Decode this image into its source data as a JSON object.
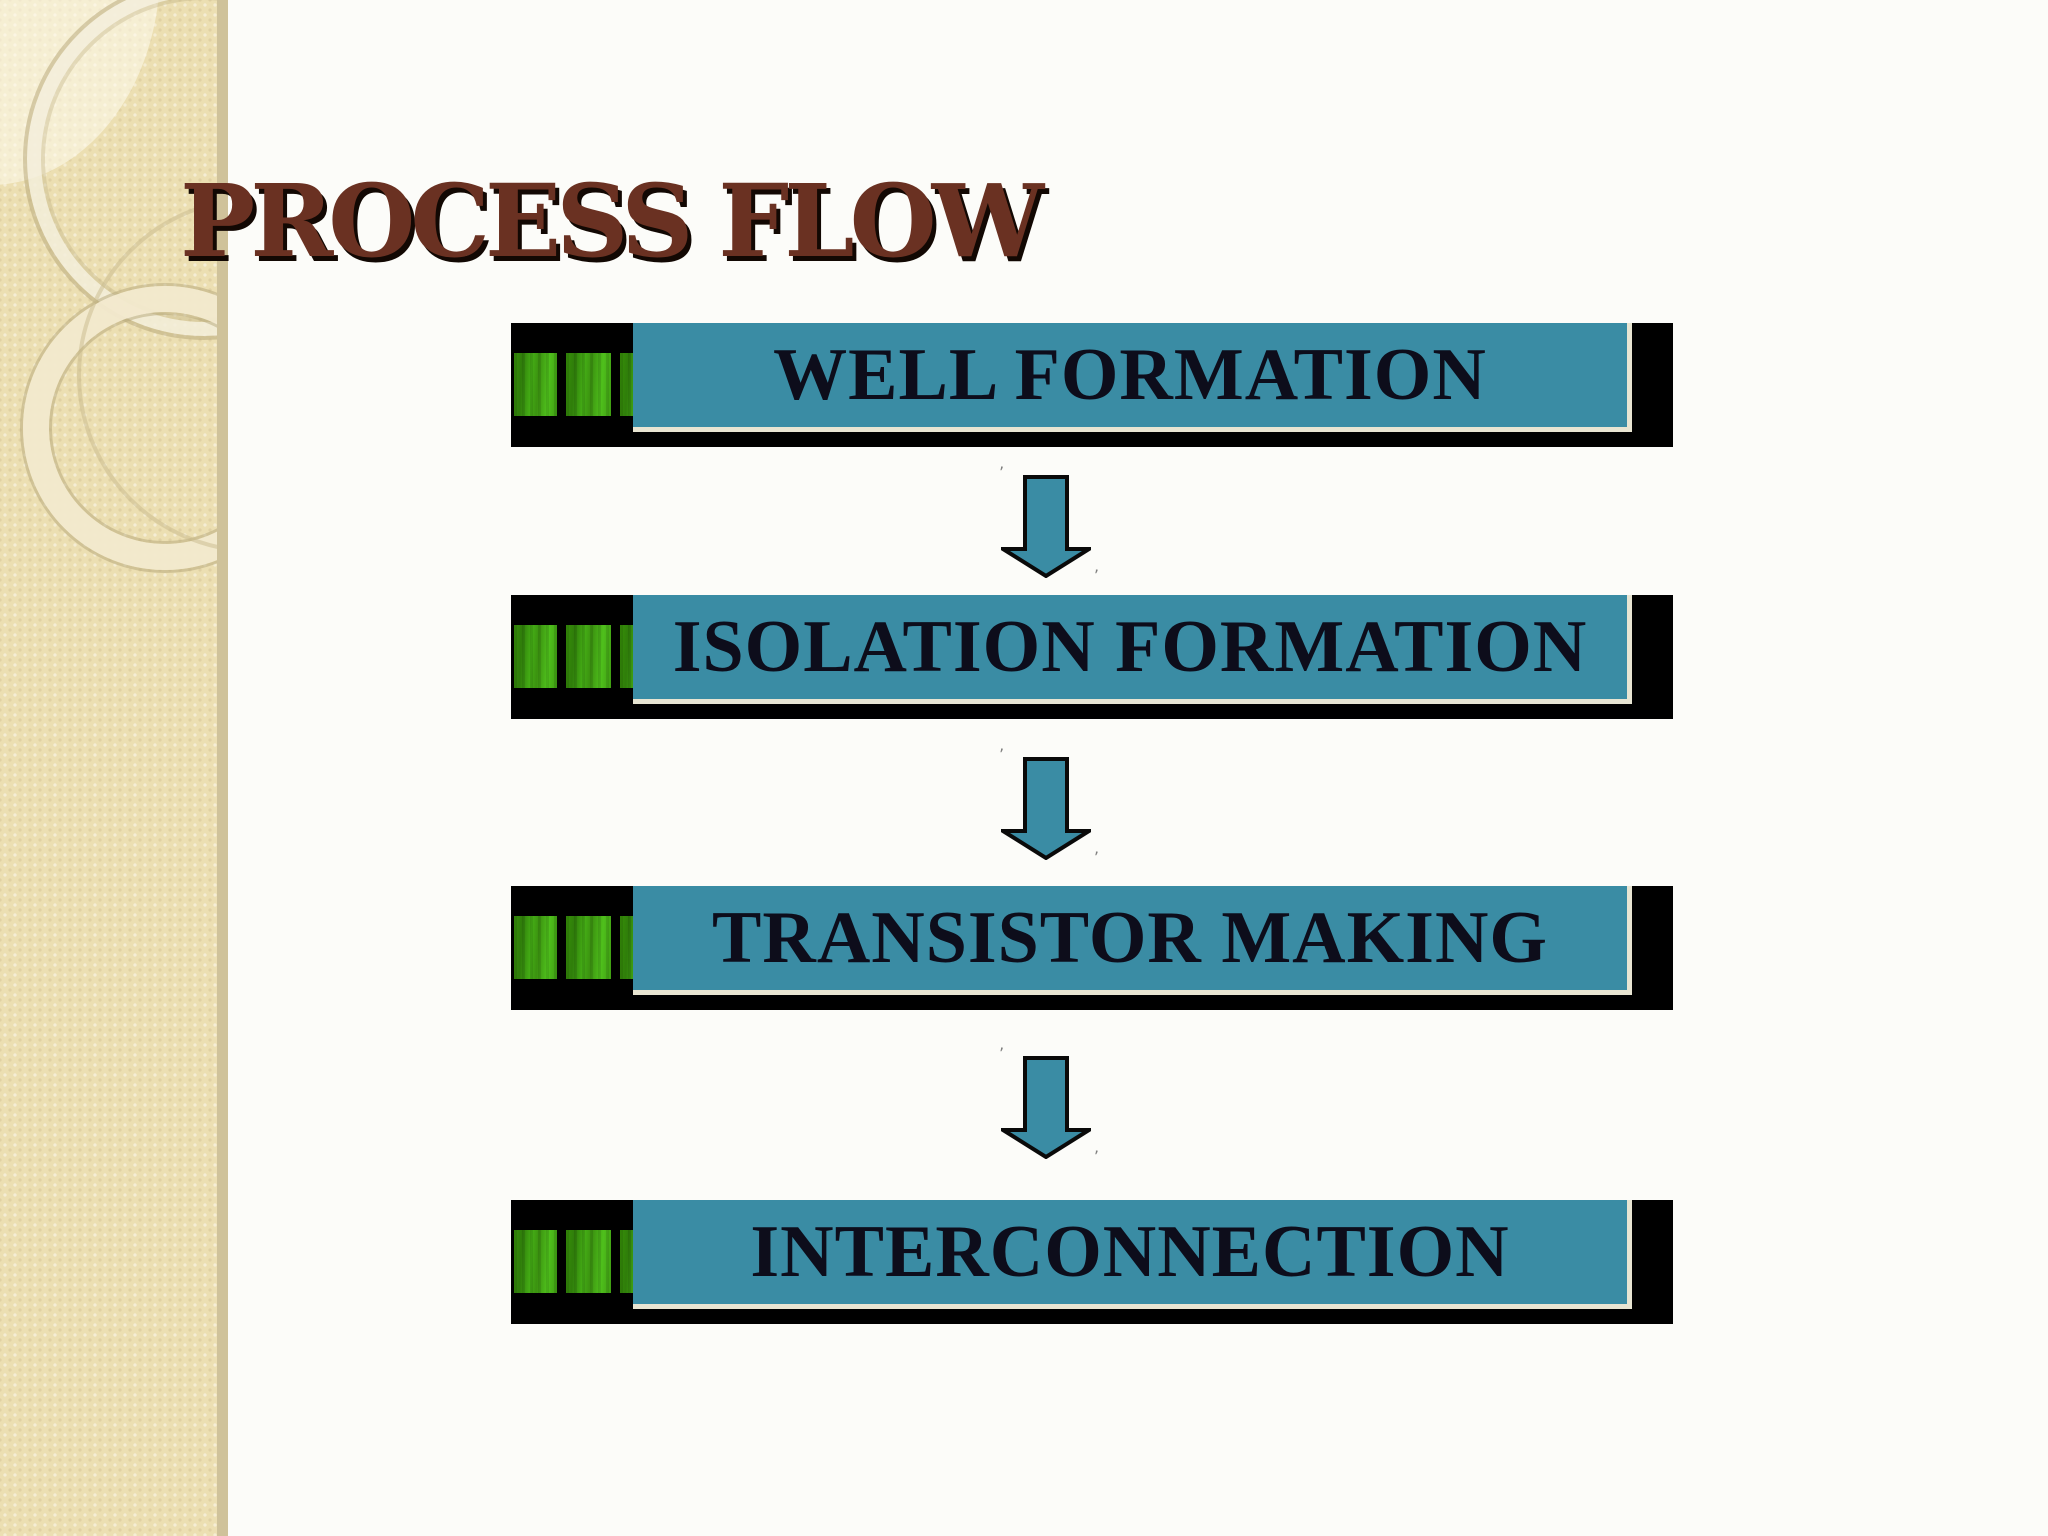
{
  "slide": {
    "title": "PROCESS FLOW",
    "steps": [
      {
        "label": "WELL FORMATION"
      },
      {
        "label": "ISOLATION FORMATION"
      },
      {
        "label": "TRANSISTOR MAKING"
      },
      {
        "label": "INTERCONNECTION"
      }
    ],
    "icons": {
      "step_marker": "green-squares-icon",
      "connector": "down-arrow-icon"
    },
    "colors": {
      "bar_fill": "#3a8ca4",
      "bar_text": "#0d0d1b",
      "bar_border_light": "#e8e5d2",
      "arrow_fill": "#3a8ca4",
      "arrow_outline": "#0a0a0a",
      "title_color": "#6a3122",
      "title_shadow": "#120803",
      "sidebar_base": "#ecdfb2",
      "sidebar_edge": "#cfc29a",
      "background": "#fcfcf9",
      "step_marker_green_dark": "#2f7d0a",
      "step_marker_green_bright": "#4fc01c",
      "shadow_black": "#000000"
    }
  }
}
